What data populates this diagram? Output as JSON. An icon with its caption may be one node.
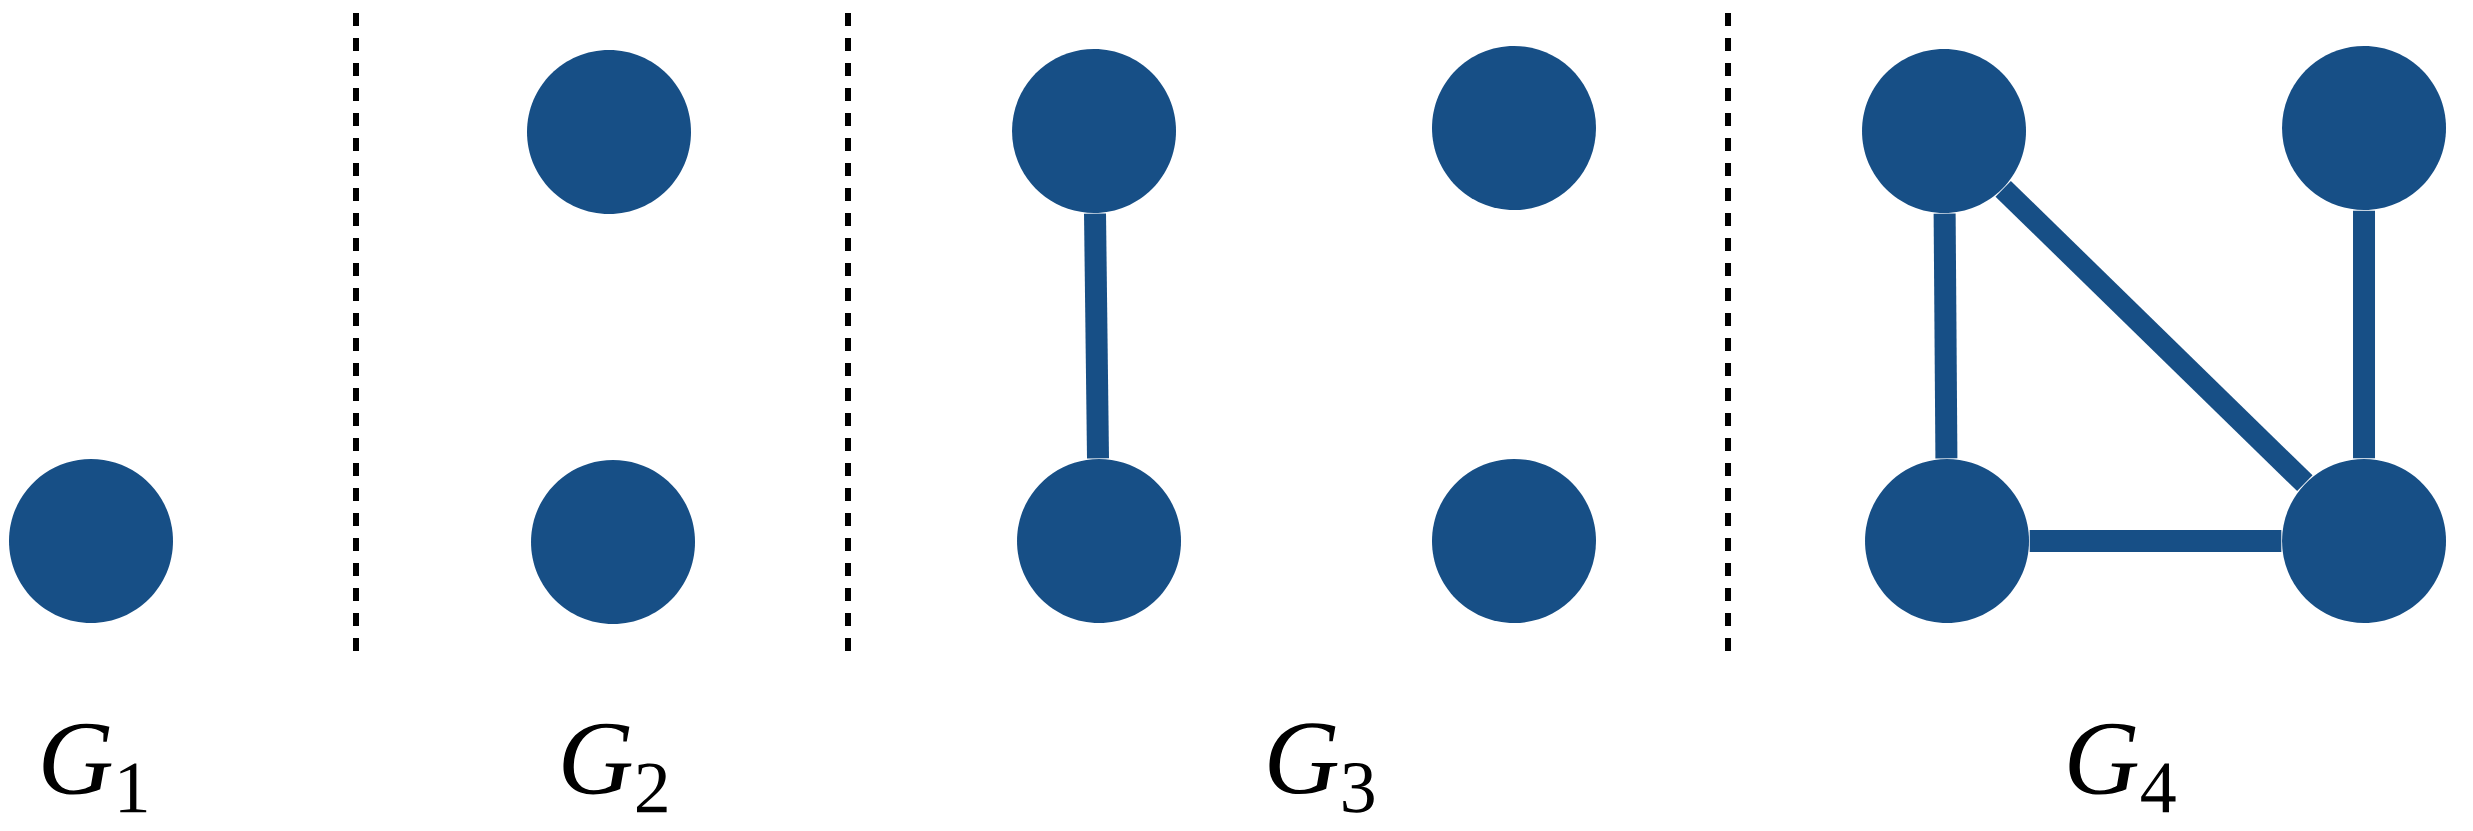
{
  "diagram": {
    "nodes": [
      {
        "text": [],
        "shape": "circle"
      },
      {
        "text": [],
        "shape": "circle"
      },
      {
        "text": [],
        "shape": "circle"
      },
      {
        "text": [],
        "shape": "circle"
      },
      {
        "text": [],
        "shape": "circle"
      },
      {
        "text": [],
        "shape": "circle"
      },
      {
        "text": [],
        "shape": "circle"
      },
      {
        "text": [],
        "shape": "circle"
      },
      {
        "text": [],
        "shape": "circle"
      },
      {
        "text": [],
        "shape": "circle"
      },
      {
        "text": [],
        "shape": "circle"
      }
    ],
    "edges": [
      {
        "from": 3,
        "to": 4,
        "arrow": "none"
      },
      {
        "from": 7,
        "to": 9,
        "arrow": "none"
      },
      {
        "from": 7,
        "to": 10,
        "arrow": "none"
      },
      {
        "from": 8,
        "to": 10,
        "arrow": "none"
      },
      {
        "from": 9,
        "to": 10,
        "arrow": "none"
      }
    ],
    "labels": [
      "*G*$_{1}$",
      "*G*$_{2}$",
      "*G*$_{3}$",
      "*G*$_{4}$"
    ]
  }
}
